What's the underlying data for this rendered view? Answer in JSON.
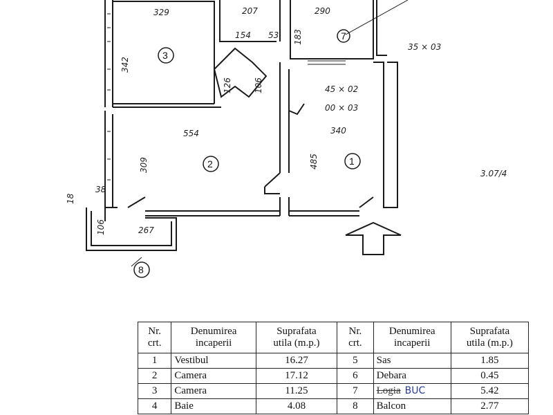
{
  "plan": {
    "dimensions": {
      "room3_width": "329",
      "room3_height": "342",
      "bath_width": "207",
      "bath_inner": "154",
      "bath_small": "53",
      "loggia_width": "290",
      "loggia_height": "183",
      "hall_small_a": "126",
      "hall_small_b": "106",
      "top_right_note": "35 × 03",
      "mid_note_a": "45 × 02",
      "mid_note_b": "00 × 03",
      "room2_width": "554",
      "room2_height": "309",
      "room1_width": "340",
      "room1_height": "485",
      "balcony_width": "267",
      "balcony_height": "106",
      "left_small_a": "18",
      "left_small_b": "38",
      "side_scribble": "3.07/4"
    },
    "room_labels": {
      "r1": "1",
      "r2": "2",
      "r3": "3",
      "r7": "7",
      "r8": "8"
    }
  },
  "legend": {
    "headers": {
      "nr": "Nr.\ncrt.",
      "name": "Denumirea\nincaperii",
      "area": "Suprafata\nutila (m.p.)"
    },
    "rows": [
      {
        "nr": "1",
        "name": "Vestibul",
        "area": "16.27",
        "nr2": "5",
        "name2": "Sas",
        "area2": "1.85"
      },
      {
        "nr": "2",
        "name": "Camera",
        "area": "17.12",
        "nr2": "6",
        "name2": "Debara",
        "area2": "0.45"
      },
      {
        "nr": "3",
        "name": "Camera",
        "area": "11.25",
        "nr2": "7",
        "name2": "Logia",
        "name2_ink": "BUC",
        "area2": "5.42"
      },
      {
        "nr": "4",
        "name": "Baie",
        "area": "4.08",
        "nr2": "8",
        "name2": "Balcon",
        "area2": "2.77"
      }
    ]
  }
}
